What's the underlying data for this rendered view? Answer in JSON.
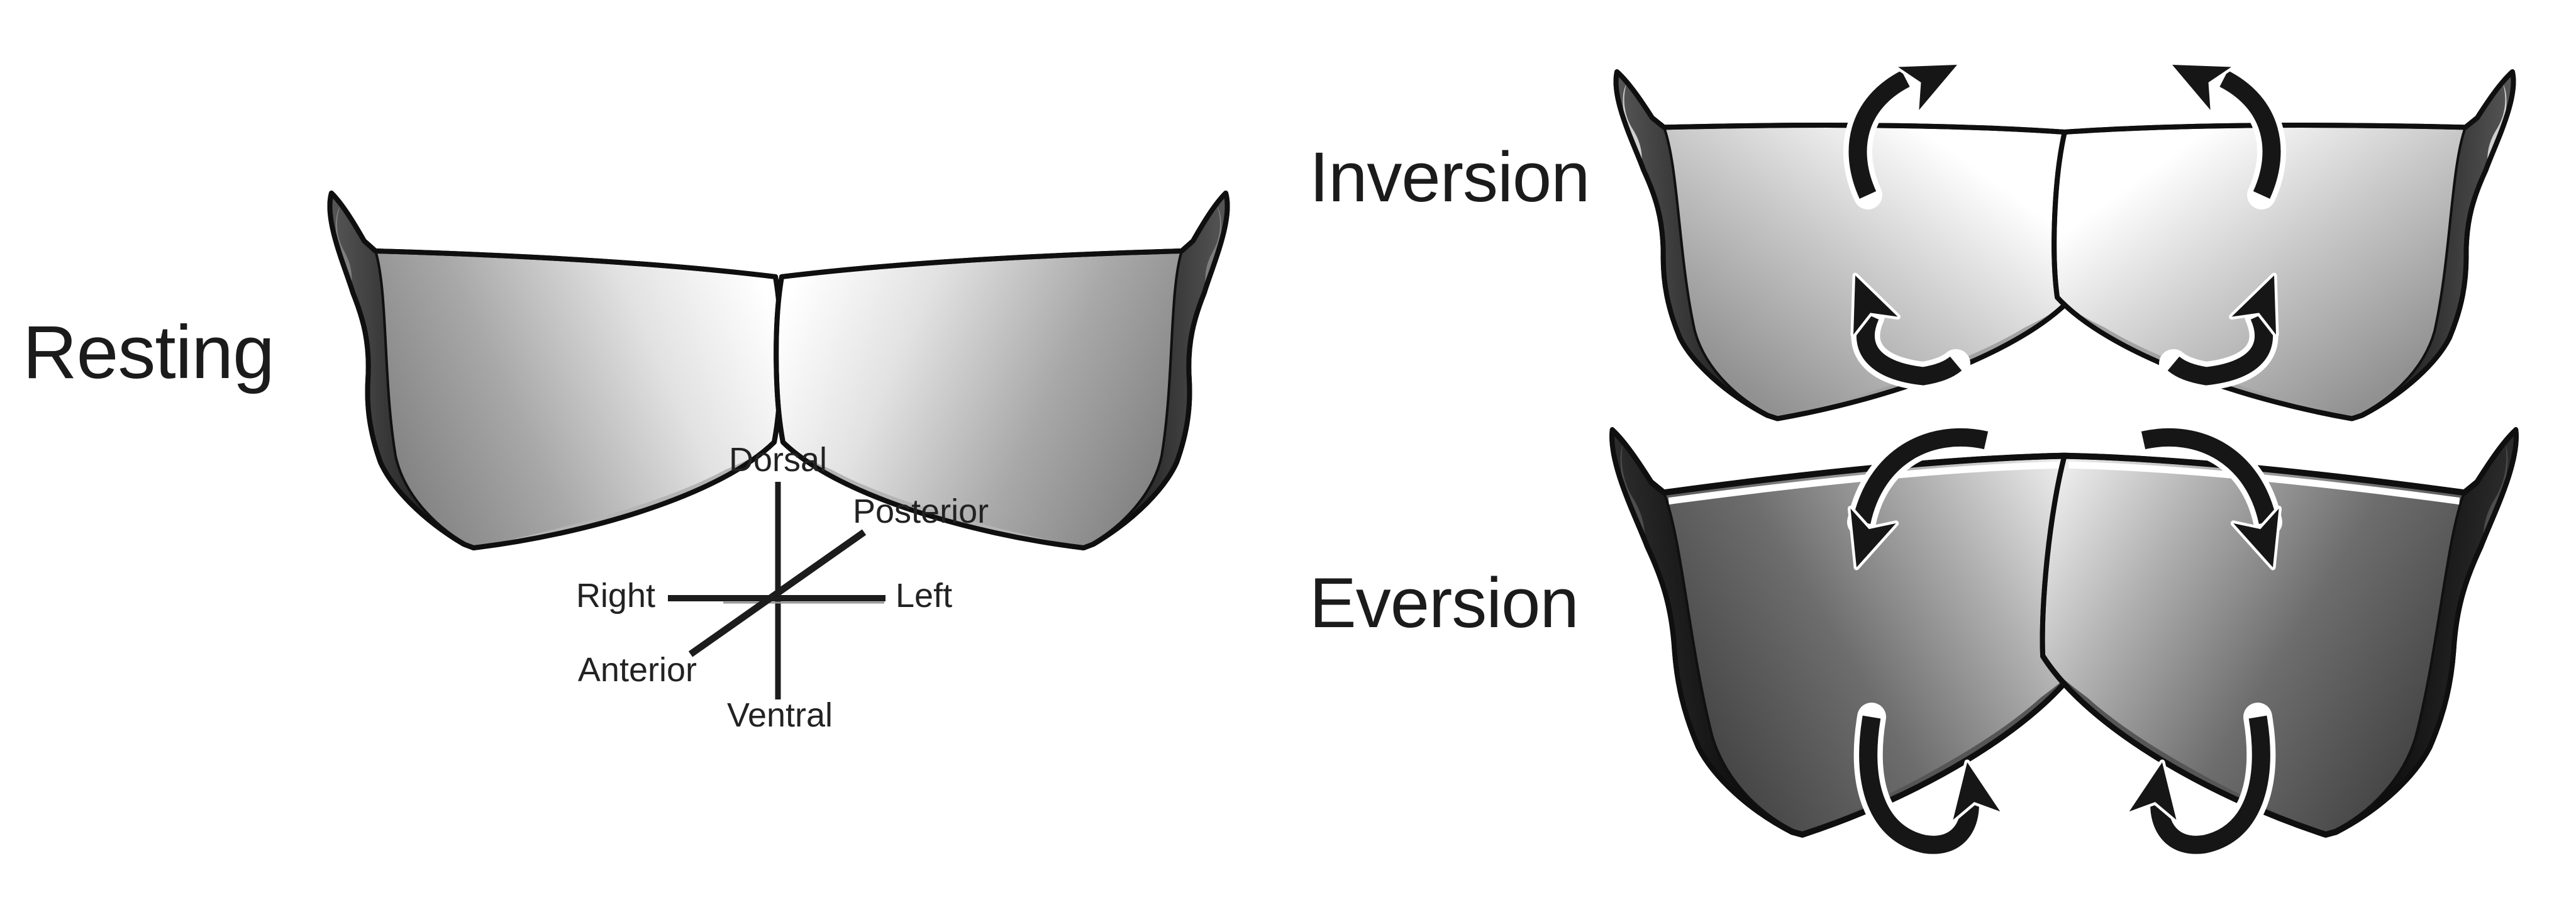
{
  "figure": {
    "background": "#ffffff",
    "panels": {
      "resting": {
        "label": "Resting"
      },
      "inversion": {
        "label": "Inversion"
      },
      "eversion": {
        "label": "Eversion"
      }
    },
    "axis": {
      "dorsal": "Dorsal",
      "ventral": "Ventral",
      "right": "Right",
      "left": "Left",
      "anterior": "Anterior",
      "posterior": "Posterior"
    },
    "colors": {
      "ink": "#141414",
      "label_text": "#1b1b1b",
      "valve_highlight": "#ffffff",
      "valve_mid": "#9c9c9c",
      "valve_dark": "#2e2e2e"
    },
    "icons": {
      "inversion_arrows": [
        "rotate-up-inward-arrow-icon",
        "rotate-up-inward-arrow-icon",
        "push-up-arrow-icon",
        "push-up-arrow-icon"
      ],
      "eversion_arrows": [
        "rotate-down-outward-arrow-icon",
        "rotate-down-outward-arrow-icon",
        "hook-up-arrow-icon",
        "hook-up-arrow-icon"
      ]
    }
  }
}
